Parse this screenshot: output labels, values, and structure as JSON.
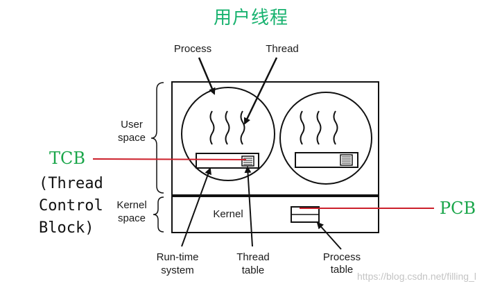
{
  "title": "用户线程",
  "labels": {
    "process": "Process",
    "thread": "Thread",
    "user_space_1": "User",
    "user_space_2": "space",
    "kernel_space_1": "Kernel",
    "kernel_space_2": "space",
    "kernel": "Kernel",
    "runtime_1": "Run-time",
    "runtime_2": "system",
    "thread_table_1": "Thread",
    "thread_table_2": "table",
    "process_table_1": "Process",
    "process_table_2": "table"
  },
  "annotations": {
    "tcb": "TCB",
    "tcb_line1": "(Thread",
    "tcb_line2": "Control",
    "tcb_line3": "Block)",
    "pcb": "PCB"
  },
  "watermark": "https://blog.csdn.net/filling_l",
  "colors": {
    "title": "#18b26f",
    "annotation_text": "#1aa64a",
    "annotation_line": "#cc1f2a",
    "ink": "#111111"
  }
}
